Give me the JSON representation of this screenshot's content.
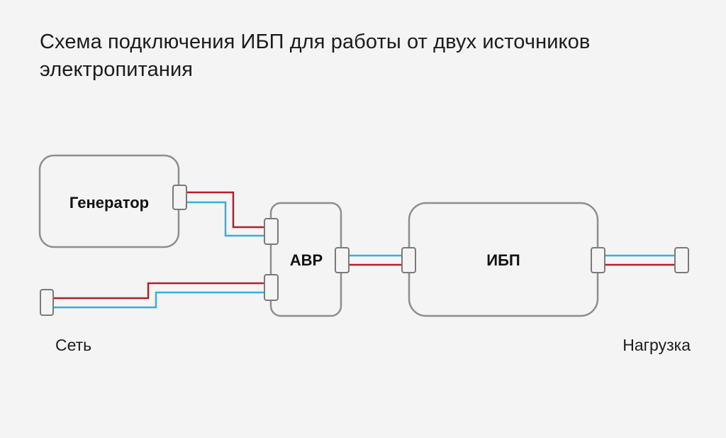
{
  "title": {
    "line1": "Схема подключения ИБП для работы от двух источников",
    "line2": "электропитания"
  },
  "nodes": {
    "generator": "Генератор",
    "avr": "АВР",
    "ups": "ИБП",
    "grid": "Сеть",
    "load": "Нагрузка"
  },
  "colors": {
    "background": "#f4f4f4",
    "box_stroke": "#8e8e8e",
    "wire_red": "#b61e2a",
    "wire_blue": "#35aee2"
  }
}
